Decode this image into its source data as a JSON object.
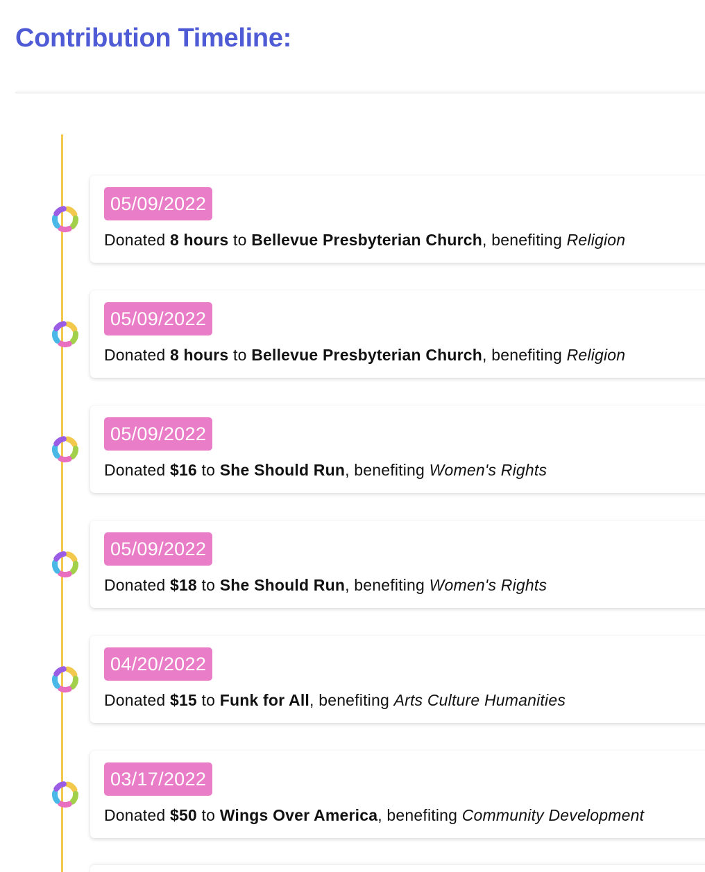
{
  "header": {
    "title": "Contribution Timeline:"
  },
  "colors": {
    "title": "#4f5bd5",
    "timeline_line": "#f2c94c",
    "date_badge": "#ea7dc7",
    "marker_segments": [
      "#f2c94c",
      "#a3d04a",
      "#e86fbf",
      "#4ab8e6",
      "#9b5de5"
    ]
  },
  "icons": {
    "timeline_marker": "colorful-ring-icon"
  },
  "entries": [
    {
      "date": "05/09/2022",
      "prefix": "Donated ",
      "amount": "8 hours",
      "mid": " to ",
      "organization": "Bellevue Presbyterian Church",
      "connector": ", benefiting ",
      "cause": "Religion"
    },
    {
      "date": "05/09/2022",
      "prefix": "Donated ",
      "amount": "8 hours",
      "mid": " to ",
      "organization": "Bellevue Presbyterian Church",
      "connector": ", benefiting ",
      "cause": "Religion"
    },
    {
      "date": "05/09/2022",
      "prefix": "Donated ",
      "amount": "$16",
      "mid": " to ",
      "organization": "She Should Run",
      "connector": ", benefiting ",
      "cause": "Women's Rights"
    },
    {
      "date": "05/09/2022",
      "prefix": "Donated ",
      "amount": "$18",
      "mid": " to ",
      "organization": "She Should Run",
      "connector": ", benefiting ",
      "cause": "Women's Rights"
    },
    {
      "date": "04/20/2022",
      "prefix": "Donated ",
      "amount": "$15",
      "mid": " to ",
      "organization": "Funk for All",
      "connector": ", benefiting ",
      "cause": "Arts Culture Humanities"
    },
    {
      "date": "03/17/2022",
      "prefix": "Donated ",
      "amount": "$50",
      "mid": " to ",
      "organization": "Wings Over America",
      "connector": ", benefiting ",
      "cause": "Community Development"
    }
  ]
}
